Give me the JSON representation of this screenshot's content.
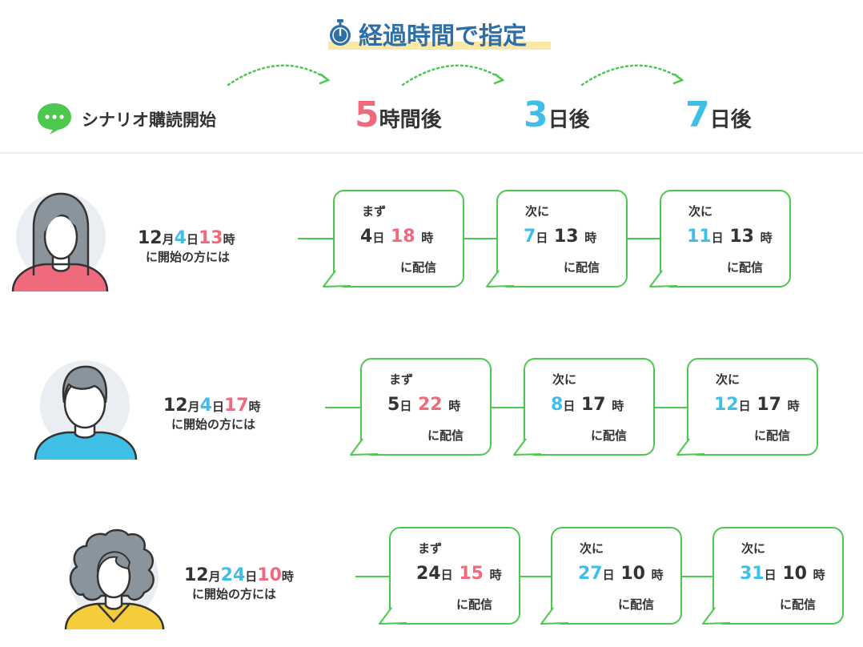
{
  "title": "経過時間で指定",
  "colors": {
    "title": "#2f6fa8",
    "highlight": "#fbe7a6",
    "pink": "#f06a7e",
    "blue": "#3fbfe6",
    "green": "#4cc84f",
    "text": "#333333"
  },
  "header": {
    "start_label": "シナリオ購読開始",
    "steps": [
      {
        "num": "5",
        "unit": "時間後",
        "color": "pink"
      },
      {
        "num": "3",
        "unit": "日後",
        "color": "blue"
      },
      {
        "num": "7",
        "unit": "日後",
        "color": "blue"
      }
    ]
  },
  "rows": [
    {
      "avatar": "woman-long-hair-icon",
      "start": {
        "month": "12",
        "month_unit": "月",
        "day": "4",
        "day_unit": "日",
        "hour": "13",
        "hour_unit": "時",
        "line2": "に開始の方には"
      },
      "bubbles": [
        {
          "label": "まず",
          "day": "4",
          "day_unit": "日",
          "hour": "18",
          "hour_unit": "時",
          "send": "に配信"
        },
        {
          "label": "次に",
          "day": "7",
          "day_unit": "日",
          "hour": "13",
          "hour_unit": "時",
          "send": "に配信"
        },
        {
          "label": "次に",
          "day": "11",
          "day_unit": "日",
          "hour": "13",
          "hour_unit": "時",
          "send": "に配信"
        }
      ]
    },
    {
      "avatar": "man-short-hair-icon",
      "start": {
        "month": "12",
        "month_unit": "月",
        "day": "4",
        "day_unit": "日",
        "hour": "17",
        "hour_unit": "時",
        "line2": "に開始の方には"
      },
      "bubbles": [
        {
          "label": "まず",
          "day": "5",
          "day_unit": "日",
          "hour": "22",
          "hour_unit": "時",
          "send": "に配信"
        },
        {
          "label": "次に",
          "day": "8",
          "day_unit": "日",
          "hour": "17",
          "hour_unit": "時",
          "send": "に配信"
        },
        {
          "label": "次に",
          "day": "12",
          "day_unit": "日",
          "hour": "17",
          "hour_unit": "時",
          "send": "に配信"
        }
      ]
    },
    {
      "avatar": "woman-curly-hair-icon",
      "start": {
        "month": "12",
        "month_unit": "月",
        "day": "24",
        "day_unit": "日",
        "hour": "10",
        "hour_unit": "時",
        "line2": "に開始の方には"
      },
      "bubbles": [
        {
          "label": "まず",
          "day": "24",
          "day_unit": "日",
          "hour": "15",
          "hour_unit": "時",
          "send": "に配信"
        },
        {
          "label": "次に",
          "day": "27",
          "day_unit": "日",
          "hour": "10",
          "hour_unit": "時",
          "send": "に配信"
        },
        {
          "label": "次に",
          "day": "31",
          "day_unit": "日",
          "hour": "10",
          "hour_unit": "時",
          "send": "に配信"
        }
      ]
    }
  ]
}
